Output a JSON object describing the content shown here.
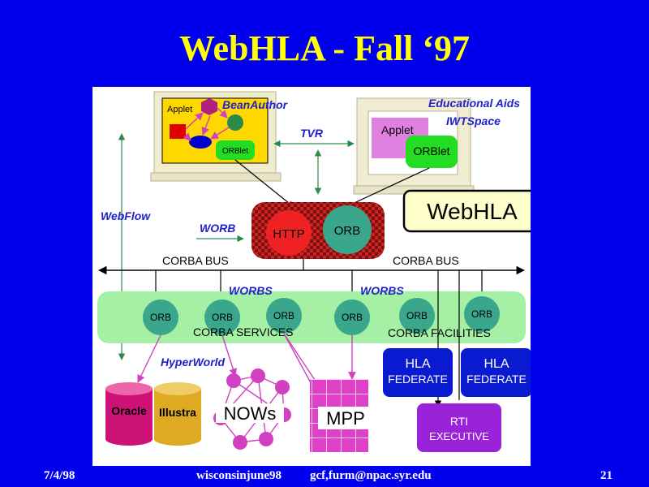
{
  "title": "WebHLA - Fall ‘97",
  "footer": {
    "date": "7/4/98",
    "file": "wisconsinjune98",
    "email": "gcf,furm@npac.syr.edu",
    "page": "21"
  },
  "diagram": {
    "left_client": {
      "applet": "Applet",
      "orblet": "ORBlet",
      "bean_author": "BeanAuthor"
    },
    "right_client": {
      "applet": "Applet",
      "orblet": "ORBlet",
      "educational_aids": "Educational Aids",
      "iwtspace": "IWTSpace"
    },
    "tvr": "TVR",
    "webhla_box": "WebHLA",
    "webflow": "WebFlow",
    "worb": "WORB",
    "server": {
      "http": "HTTP",
      "orb": "ORB"
    },
    "corba_bus_left": "CORBA BUS",
    "corba_bus_right": "CORBA BUS",
    "worbs_left": "WORBS",
    "worbs_right": "WORBS",
    "orbs": [
      "ORB",
      "ORB",
      "ORB",
      "ORB",
      "ORB",
      "ORB"
    ],
    "corba_services": "CORBA SERVICES",
    "corba_facilities": "CORBA FACILITIES",
    "hyperworld": "HyperWorld",
    "hla_federate_1": {
      "line1": "HLA",
      "line2": "FEDERATE"
    },
    "hla_federate_2": {
      "line1": "HLA",
      "line2": "FEDERATE"
    },
    "oracle": "Oracle",
    "illustra": "Illustra",
    "nows": "NOWs",
    "mpp": "MPP",
    "rti": {
      "line1": "RTI",
      "line2": "EXECUTIVE"
    }
  },
  "colors": {
    "background": "#0000ee",
    "title": "#ffff00",
    "label": "#2222cc",
    "green_band": "#a6f0a6",
    "orb_node": "#3aa68c",
    "federate": "#0a1ad0",
    "rti": "#9a22d8",
    "db": "#cc1177"
  }
}
